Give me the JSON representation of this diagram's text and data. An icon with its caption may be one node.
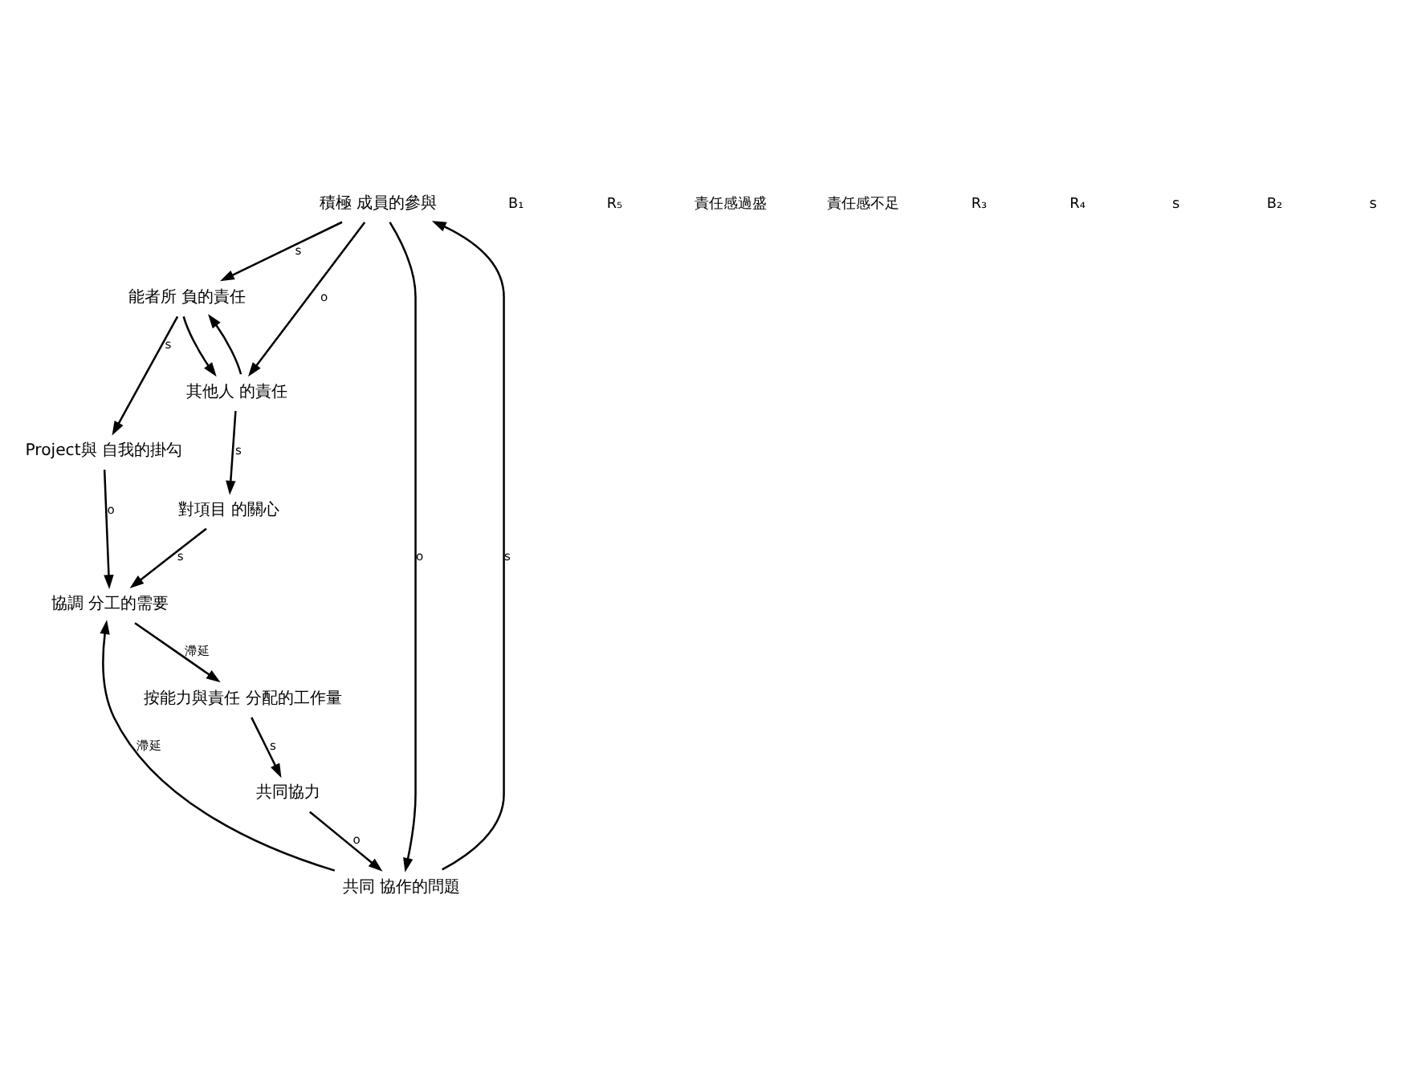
{
  "diagram": {
    "nodes": [
      {
        "text": [
          "積極 成員的參與"
        ]
      },
      {
        "text": [
          "能者所 負的責任"
        ]
      },
      {
        "text": [
          "其他人 的責任"
        ]
      },
      {
        "text": [
          "共同 協作的問題"
        ]
      },
      {
        "text": [
          "Project與 自我的掛勾"
        ]
      },
      {
        "text": [
          "對項目 的關心"
        ]
      },
      {
        "text": [
          "協調 分工的需要"
        ]
      },
      {
        "text": [
          "共同協力"
        ]
      },
      {
        "text": [
          "按能力與責任 分配的工作量"
        ]
      }
    ],
    "edges": [
      {
        "from": 3,
        "to": 0,
        "arrow": "to",
        "label": "s"
      },
      {
        "from": 0,
        "to": 3,
        "arrow": "to",
        "label": "o"
      },
      {
        "from": 0,
        "to": 1,
        "arrow": "to",
        "label": "s"
      },
      {
        "from": 0,
        "to": 2,
        "arrow": "to",
        "label": "o"
      },
      {
        "from": 1,
        "to": 2,
        "arrow": "to"
      },
      {
        "from": 2,
        "to": 1,
        "arrow": "to"
      },
      {
        "from": 1,
        "to": 4,
        "arrow": "to",
        "label": "s"
      },
      {
        "from": 2,
        "to": 5,
        "arrow": "to",
        "label": "s"
      },
      {
        "from": 3,
        "to": 6,
        "arrow": "to",
        "label": "滯延"
      },
      {
        "from": 4,
        "to": 6,
        "arrow": "to",
        "label": "o"
      },
      {
        "from": 5,
        "to": 6,
        "arrow": "to",
        "label": "s"
      },
      {
        "from": 6,
        "to": 8,
        "arrow": "to",
        "label": "滯延"
      },
      {
        "from": 8,
        "to": 7,
        "arrow": "to",
        "label": "s"
      },
      {
        "from": 7,
        "to": 3,
        "arrow": "to",
        "label": "o"
      }
    ],
    "labels": [
      "B₁",
      "R₅",
      "責任感過盛",
      "責任感不足",
      "R₃",
      "R₄",
      "s",
      "B₂",
      "s"
    ]
  }
}
